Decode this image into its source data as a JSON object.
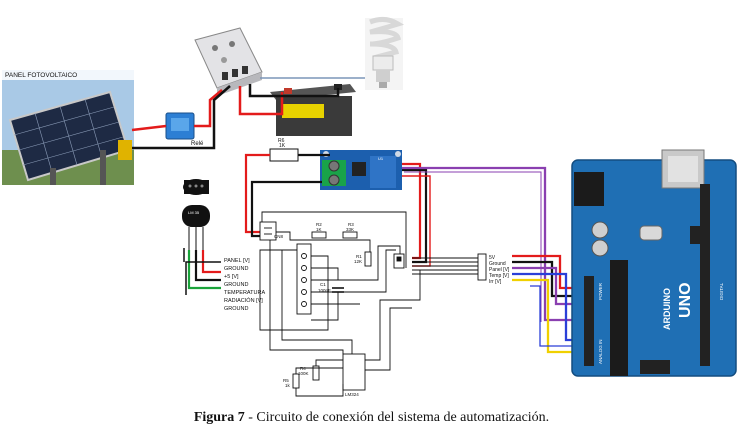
{
  "caption": {
    "figure": "Figura 7",
    "text": " - Circuito de conexión del sistema de automatización."
  },
  "labels": {
    "panel": "PANEL FOTOVOLTAICO",
    "rele": "Relé",
    "r5": "R5",
    "r5v": "1k",
    "cn8": "CN8",
    "r2": "R2",
    "r2v": "1K",
    "r3": "R3",
    "r3v": "33K",
    "r1": "R1",
    "r1v": "12K",
    "c1": "C1",
    "c1v": "100nF",
    "r4": "R4",
    "r4v": "100K",
    "r6": "R6",
    "r6v": "1K",
    "ic": "LM324",
    "u1": "U1",
    "lm35": "LM 35",
    "con_left": [
      "PANEL [V]",
      "GROUND",
      "+5 [V]",
      "GROUND",
      "TEMPERATURA",
      "RADIACIÓN [V]",
      "GROUND"
    ],
    "con_right": [
      "5V",
      "Ground",
      "Panel [V]",
      "Temp [V]",
      "Irr [V]"
    ],
    "arduino": "ARDUINO",
    "uno": "UNO",
    "analog_in": "ANALOG IN",
    "digital": "DIGITAL",
    "power": "POWER"
  },
  "colors": {
    "red": "#e31b1b",
    "black": "#111111",
    "green": "#1aa33a",
    "purple": "#8a3fb0",
    "blue": "#2a3fd8",
    "yellow": "#f0d000",
    "arduino_blue": "#1f6fb4",
    "sky": "#9fc4e8",
    "battery": "#3a3a3a"
  }
}
